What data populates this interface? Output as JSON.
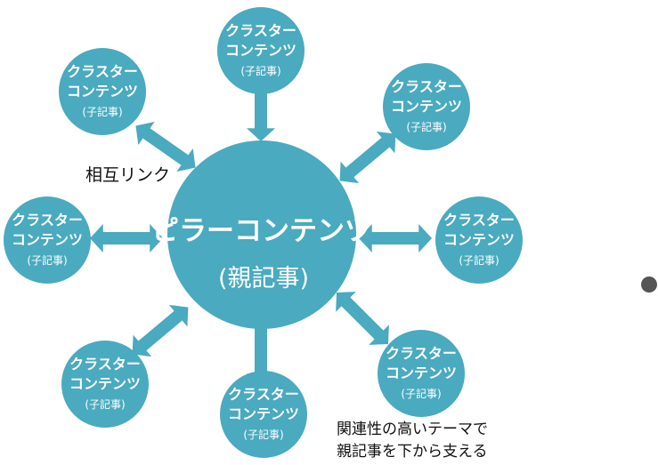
{
  "colors": {
    "circle": "#4aaabf",
    "arrow": "#4aaabf",
    "text_on_circle": "#ffffff",
    "note_text": "#111111",
    "dot": "#555555"
  },
  "pillar": {
    "title": "ピラーコンテンツ",
    "subtitle": "(親記事)"
  },
  "cluster": {
    "line1": "クラスター",
    "line2": "コンテンツ",
    "sub": "(子記事)"
  },
  "clusters": [
    {
      "id": "top-left"
    },
    {
      "id": "top"
    },
    {
      "id": "top-right"
    },
    {
      "id": "right"
    },
    {
      "id": "left"
    },
    {
      "id": "bottom-left"
    },
    {
      "id": "bottom"
    },
    {
      "id": "bottom-right"
    }
  ],
  "labels": {
    "mutual_link": "相互リンク",
    "support_line1": "関連性の高いテーマで",
    "support_line2": "親記事を下から支える"
  }
}
